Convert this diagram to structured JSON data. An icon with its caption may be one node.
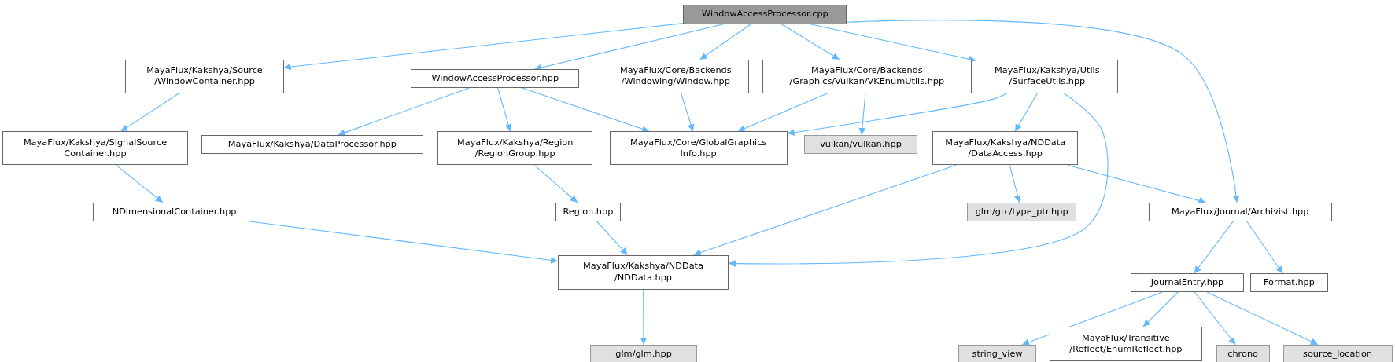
{
  "diagram": {
    "nodes": [
      {
        "text": [
          "WindowAccessProcessor.cpp"
        ]
      },
      {
        "text": [
          "MayaFlux/Kakshya/Source /WindowContainer.hpp"
        ]
      },
      {
        "text": [
          "WindowAccessProcessor.hpp"
        ]
      },
      {
        "text": [
          "MayaFlux/Core/Backends /Windowing/Window.hpp"
        ]
      },
      {
        "text": [
          "MayaFlux/Core/Backends /Graphics/Vulkan/VKEnumUtils.hpp"
        ]
      },
      {
        "text": [
          "MayaFlux/Kakshya/Utils /SurfaceUtils.hpp"
        ]
      },
      {
        "text": [
          "MayaFlux/Kakshya/SignalSource Container.hpp"
        ]
      },
      {
        "text": [
          "MayaFlux/Kakshya/DataProcessor.hpp"
        ]
      },
      {
        "text": [
          "MayaFlux/Kakshya/Region /RegionGroup.hpp"
        ]
      },
      {
        "text": [
          "MayaFlux/Core/GlobalGraphics Info.hpp"
        ]
      },
      {
        "text": [
          "vulkan/vulkan.hpp"
        ]
      },
      {
        "text": [
          "MayaFlux/Kakshya/NDData /DataAccess.hpp"
        ]
      },
      {
        "text": [
          "NDimensionalContainer.hpp"
        ]
      },
      {
        "text": [
          "Region.hpp"
        ]
      },
      {
        "text": [
          "glm/gtc/type_ptr.hpp"
        ]
      },
      {
        "text": [
          "MayaFlux/Journal/Archivist.hpp"
        ]
      },
      {
        "text": [
          "MayaFlux/Kakshya/NDData /NDData.hpp"
        ]
      },
      {
        "text": [
          "JournalEntry.hpp"
        ]
      },
      {
        "text": [
          "Format.hpp"
        ]
      },
      {
        "text": [
          "glm/glm.hpp"
        ]
      },
      {
        "text": [
          "string_view"
        ]
      },
      {
        "text": [
          "MayaFlux/Transitive /Reflect/EnumReflect.hpp"
        ]
      },
      {
        "text": [
          "chrono"
        ]
      },
      {
        "text": [
          "source_location"
        ]
      }
    ],
    "edges": [
      {
        "from": 0,
        "to": 1,
        "arrow": "to"
      },
      {
        "from": 0,
        "to": 2,
        "arrow": "to"
      },
      {
        "from": 0,
        "to": 3,
        "arrow": "to"
      },
      {
        "from": 0,
        "to": 4,
        "arrow": "to"
      },
      {
        "from": 0,
        "to": 5,
        "arrow": "to"
      },
      {
        "from": 0,
        "to": 15,
        "arrow": "to"
      },
      {
        "from": 1,
        "to": 6,
        "arrow": "to"
      },
      {
        "from": 6,
        "to": 12,
        "arrow": "to"
      },
      {
        "from": 12,
        "to": 16,
        "arrow": "to"
      },
      {
        "from": 2,
        "to": 7,
        "arrow": "to"
      },
      {
        "from": 2,
        "to": 8,
        "arrow": "to"
      },
      {
        "from": 2,
        "to": 9,
        "arrow": "to"
      },
      {
        "from": 3,
        "to": 9,
        "arrow": "to"
      },
      {
        "from": 4,
        "to": 9,
        "arrow": "to"
      },
      {
        "from": 4,
        "to": 10,
        "arrow": "to"
      },
      {
        "from": 5,
        "to": 9,
        "arrow": "to"
      },
      {
        "from": 5,
        "to": 11,
        "arrow": "to"
      },
      {
        "from": 5,
        "to": 16,
        "arrow": "to"
      },
      {
        "from": 11,
        "to": 16,
        "arrow": "to"
      },
      {
        "from": 11,
        "to": 14,
        "arrow": "to"
      },
      {
        "from": 11,
        "to": 15,
        "arrow": "to"
      },
      {
        "from": 8,
        "to": 13,
        "arrow": "to"
      },
      {
        "from": 13,
        "to": 16,
        "arrow": "to"
      },
      {
        "from": 16,
        "to": 19,
        "arrow": "to"
      },
      {
        "from": 15,
        "to": 17,
        "arrow": "to"
      },
      {
        "from": 15,
        "to": 18,
        "arrow": "to"
      },
      {
        "from": 17,
        "to": 20,
        "arrow": "to"
      },
      {
        "from": 17,
        "to": 21,
        "arrow": "to"
      },
      {
        "from": 17,
        "to": 22,
        "arrow": "to"
      },
      {
        "from": 17,
        "to": 23,
        "arrow": "to"
      }
    ]
  }
}
